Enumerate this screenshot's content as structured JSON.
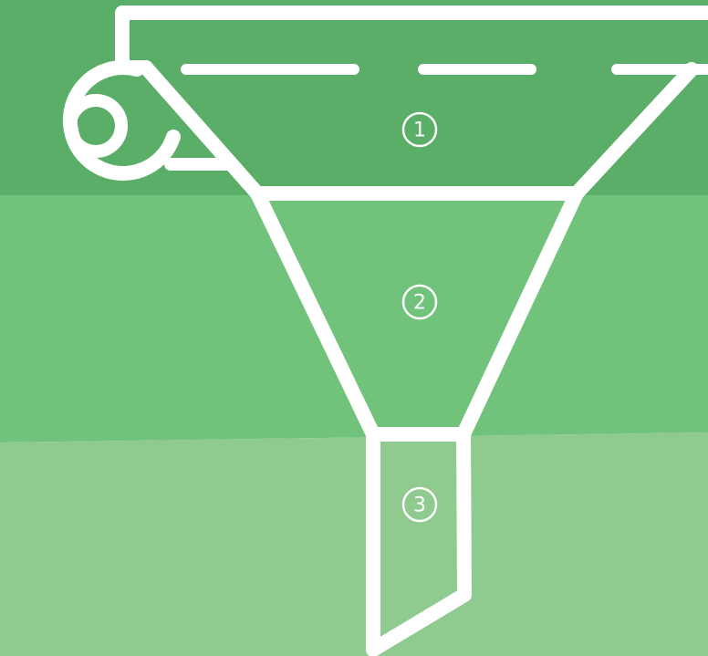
{
  "colors": {
    "band_top": "#5aae68",
    "band_middle": "#71c27a",
    "band_bottom": "#8fcb8e",
    "stroke": "#ffffff"
  },
  "diagram": {
    "type": "funnel",
    "icon": "funnel-icon",
    "stages": [
      {
        "label": "1"
      },
      {
        "label": "2"
      },
      {
        "label": "3"
      }
    ]
  }
}
